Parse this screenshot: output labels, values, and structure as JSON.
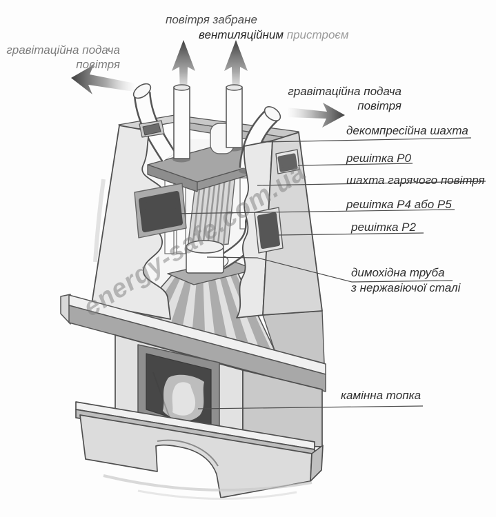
{
  "watermark": "energy-safe.com.ua",
  "labels": {
    "air_extracted_line1": "повітря забране",
    "air_extracted_line2_dark": "вентиляційним",
    "air_extracted_line2_light": "пристроєм",
    "gravity_left_line1": "гравітаційна подача",
    "gravity_left_line2": "повітря",
    "gravity_right_line1": "гравітаційна подача",
    "gravity_right_line2": "повітря",
    "decompression_shaft": "декомпресійна шахта",
    "grate_p0": "решітка P0",
    "hot_air_shaft": "шахта гарячого повітря",
    "grate_p4_p5": "решітка P4 або P5",
    "grate_p2": "решітка P2",
    "chimney_line1": "димохідна труба",
    "chimney_line2": "з нержавіючої сталі",
    "firebox": "камінна топка"
  },
  "colors": {
    "label_text": "#2f2f2f",
    "muted_text": "#7d7d7d",
    "leader_line": "#4d4d4d",
    "grate_dark": "#4c4c4c",
    "paper": "#fdfdfd"
  }
}
